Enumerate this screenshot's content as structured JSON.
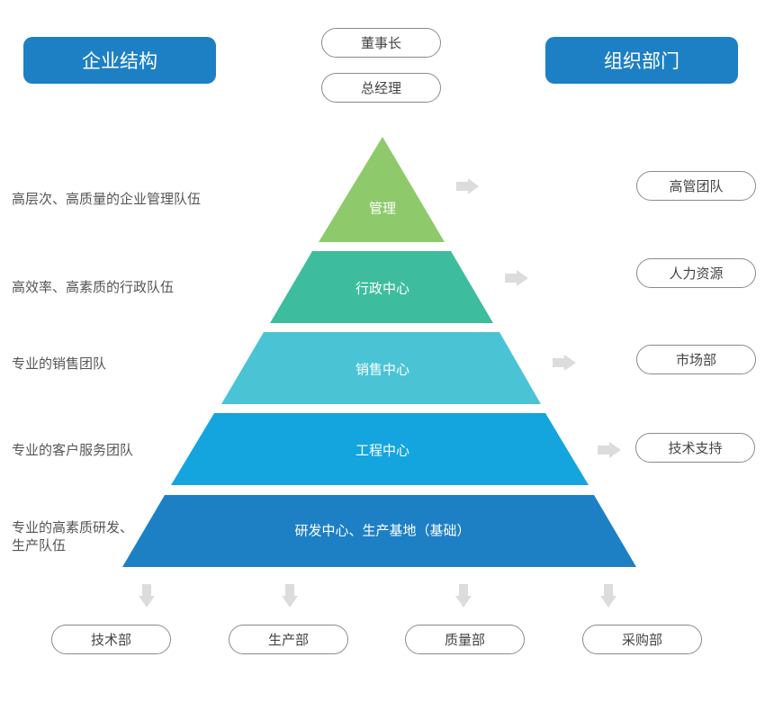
{
  "header": {
    "left_title": "企业结构",
    "right_title": "组织部门"
  },
  "top_roles": [
    "董事长",
    "总经理"
  ],
  "pyramid": [
    {
      "label": "管理",
      "description": "高层次、高质量的企业管理队伍",
      "department": "高管团队",
      "color": "#8ECA6C"
    },
    {
      "label": "行政中心",
      "description": "高效率、高素质的行政队伍",
      "department": "人力资源",
      "color": "#3DBD9E"
    },
    {
      "label": "销售中心",
      "description": "专业的销售团队",
      "department": "市场部",
      "color": "#4AC4D4"
    },
    {
      "label": "工程中心",
      "description": "专业的客户服务团队",
      "department": "技术支持",
      "color": "#14A5DE"
    },
    {
      "label": "研发中心、生产基地（基础）",
      "description_line1": "专业的高素质研发、",
      "description_line2": "生产队伍",
      "color": "#1E80C4"
    }
  ],
  "bottom_departments": [
    "技术部",
    "生产部",
    "质量部",
    "采购部"
  ]
}
